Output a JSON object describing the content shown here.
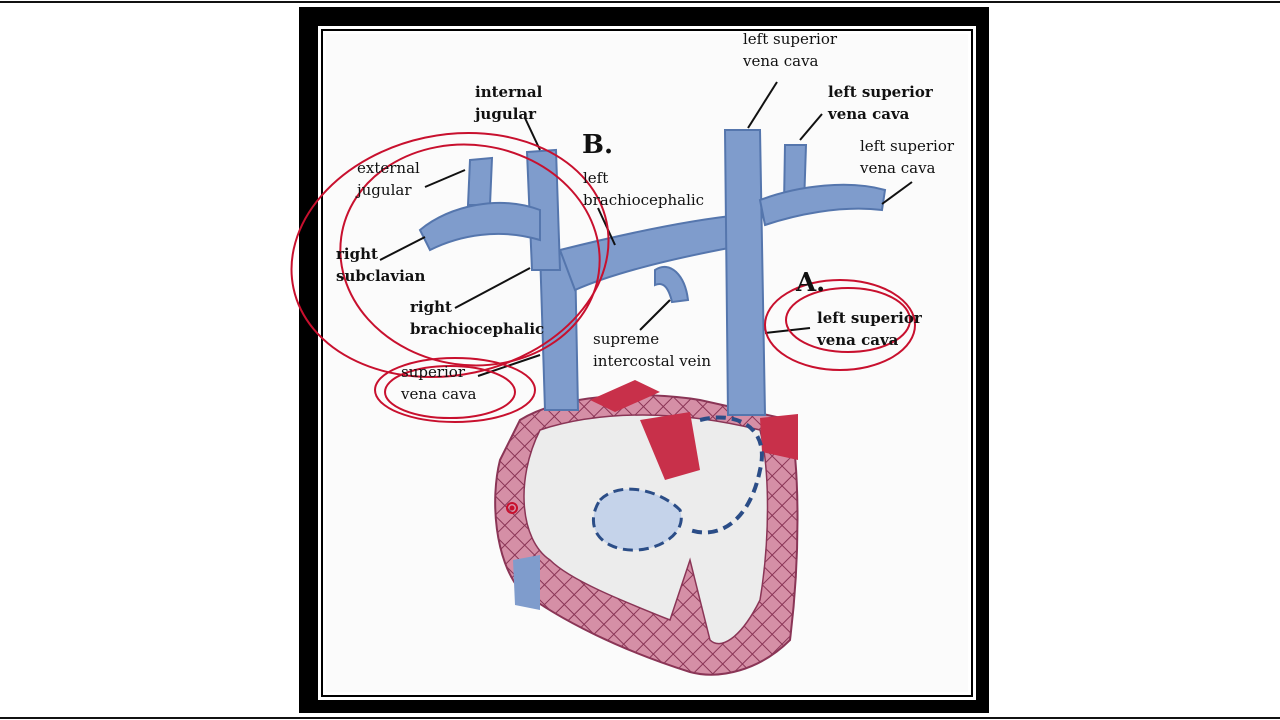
{
  "labels": {
    "left_svc_top": "left superior\nvena cava",
    "left_svc_mid": "left superior\nvena cava",
    "left_svc_right": "left superior\nvena cava",
    "internal_jugular": "internal\njugular",
    "external_jugular": "external\njugular",
    "left_brachiocephalic": "left\nbrachiocephalic",
    "right_subclavian": "right\nsubclavian",
    "right_brachiocephalic": "right\nbrachiocephalic",
    "supreme_intercostal": "supreme\nintercostal vein",
    "superior_vena_cava": "superior\nvena cava",
    "left_svc_A": "left superior\nvena cava",
    "marker_A": "A.",
    "marker_B": "B."
  },
  "colors": {
    "vein_blue": "#7f9ccc",
    "vein_blue_dark": "#5576ad",
    "heart_pink": "#d58fa6",
    "heart_red": "#c8304a",
    "annotation_red": "#c8102e",
    "frame": "#000000"
  }
}
